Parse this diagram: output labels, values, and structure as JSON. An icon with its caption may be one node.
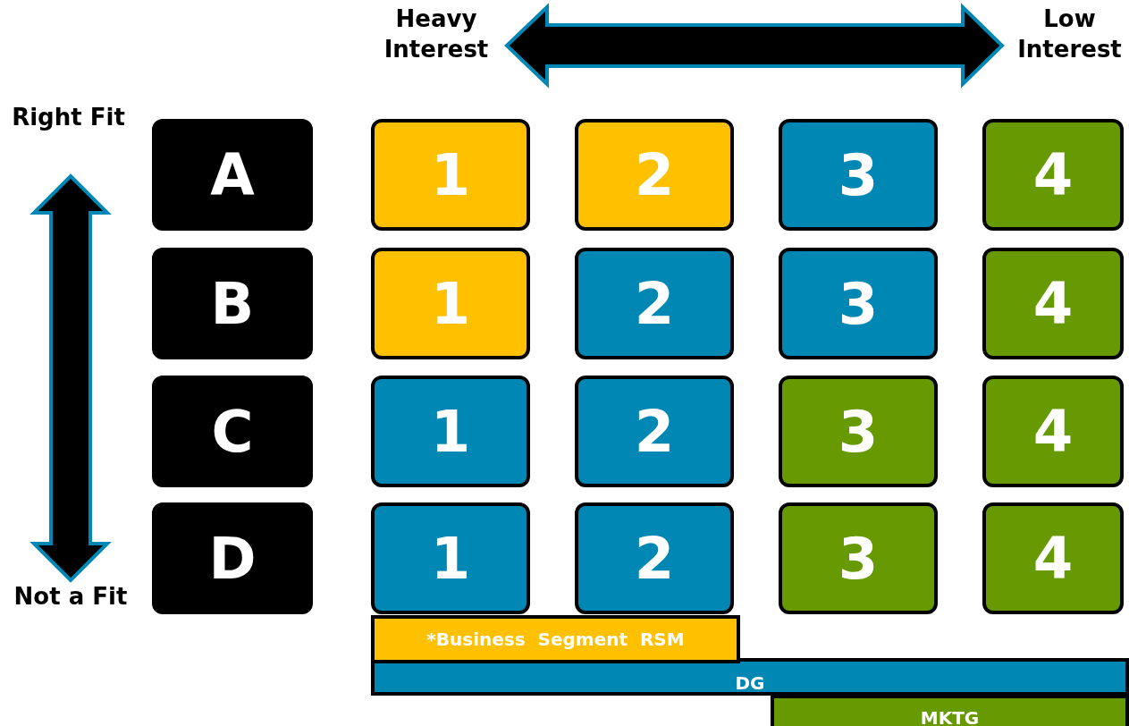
{
  "diagram": {
    "nodes": [
      {
        "text": [
          "A"
        ]
      },
      {
        "text": [
          "1"
        ]
      },
      {
        "text": [
          "2"
        ]
      },
      {
        "text": [
          "3"
        ]
      },
      {
        "text": [
          "4"
        ]
      },
      {
        "text": [
          "B"
        ]
      },
      {
        "text": [
          "1"
        ]
      },
      {
        "text": [
          "2"
        ]
      },
      {
        "text": [
          "3"
        ]
      },
      {
        "text": [
          "4"
        ]
      },
      {
        "text": [
          "C"
        ]
      },
      {
        "text": [
          "1"
        ]
      },
      {
        "text": [
          "2"
        ]
      },
      {
        "text": [
          "3"
        ]
      },
      {
        "text": [
          "4"
        ]
      },
      {
        "text": [
          "D"
        ]
      },
      {
        "text": [
          "1"
        ]
      },
      {
        "text": [
          "2"
        ]
      },
      {
        "text": [
          "3"
        ]
      },
      {
        "text": [
          "4"
        ]
      },
      {
        "text": [
          "*Business  Segment  RSM"
        ]
      },
      {
        "text": [
          "DG"
        ]
      },
      {
        "text": [
          "MKTG"
        ]
      }
    ],
    "labels": [
      "Heavy Interest",
      "Low Interest",
      "Right Fit",
      "Not a Fit"
    ]
  }
}
